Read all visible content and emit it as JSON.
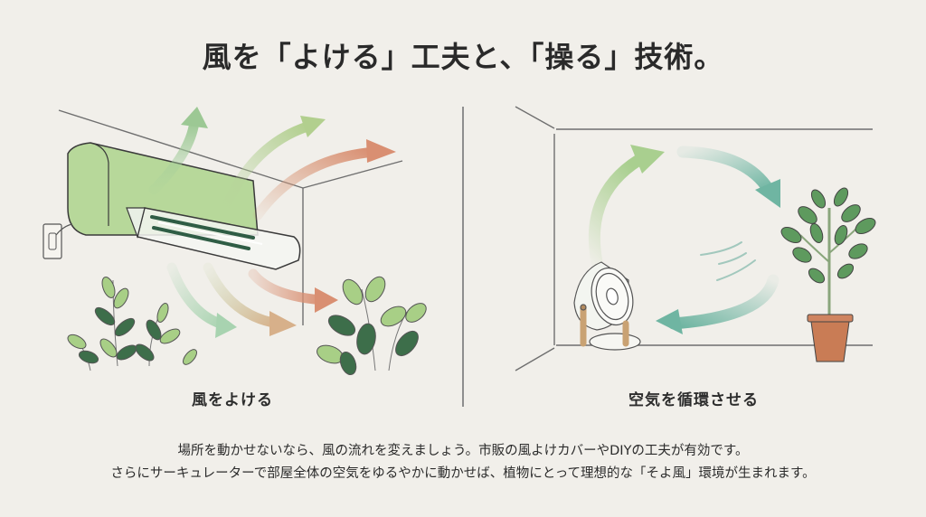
{
  "header": {
    "title": "風を「よける」工夫と、「操る」技術。"
  },
  "panels": [
    {
      "id": "avoid",
      "caption": "風をよける",
      "illustration": "air-conditioner-with-deflector-cover-and-plants",
      "arrow_colors": [
        "#9fc99a",
        "#b9d3a0",
        "#d9a080",
        "#a8d3b0",
        "#d7b08a",
        "#d98f72"
      ]
    },
    {
      "id": "circulate",
      "caption": "空気を循環させる",
      "illustration": "circulator-fan-and-potted-plant",
      "arrow_colors": [
        "#a9cf8f",
        "#7fbfae",
        "#6fb5a2"
      ]
    }
  ],
  "body": {
    "lines": [
      "場所を動かせないなら、風の流れを変えましょう。市販の風よけカバーやDIYの工夫が有効です。",
      "さらにサーキュレーターで部屋全体の空気をゆるやかに動かせば、植物にとって理想的な「そよ風」環境が生まれます。"
    ]
  },
  "colors": {
    "background": "#f1efea",
    "text": "#2b2b2b",
    "line": "#6f6f6f",
    "ac_green": "#b7d89a",
    "leaf_dark": "#3d6e4a",
    "leaf_light": "#a8cf86",
    "pot": "#c97c55",
    "wood": "#c9a273"
  }
}
